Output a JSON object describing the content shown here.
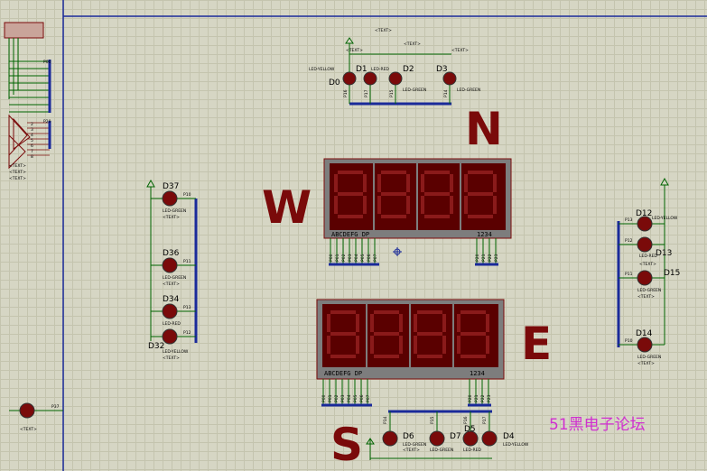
{
  "directions": {
    "north": "N",
    "west": "W",
    "east": "E",
    "south": "S"
  },
  "watermark": "51黑电子论坛",
  "text_placeholder": "<TEXT>",
  "top_leds": [
    {
      "ref": "D0",
      "type": "LED-YELLOW",
      "pin": "P16"
    },
    {
      "ref": "D1",
      "type": "LED-RED",
      "pin": "P17"
    },
    {
      "ref": "D2",
      "type": "LED-GREEN",
      "pin": "P15"
    },
    {
      "ref": "D3",
      "type": "LED-GREEN",
      "pin": "P14"
    }
  ],
  "left_leds": [
    {
      "ref": "D37",
      "type": "LED-GREEN",
      "pin": "P10"
    },
    {
      "ref": "D36",
      "type": "LED-GREEN",
      "pin": "P11"
    },
    {
      "ref": "D34",
      "type": "LED-RED",
      "pin": "P13"
    },
    {
      "ref": "D32",
      "type": "LED-YELLOW",
      "pin": "P12"
    }
  ],
  "right_leds": [
    {
      "ref": "D12",
      "type": "LED-YELLOW",
      "pin": "P13"
    },
    {
      "ref": "D13",
      "type": "LED-RED",
      "pin": "P12"
    },
    {
      "ref": "D15",
      "type": "LED-GREEN",
      "pin": "P11"
    },
    {
      "ref": "D14",
      "type": "LED-GREEN",
      "pin": "P10"
    }
  ],
  "bottom_leds": [
    {
      "ref": "D6",
      "type": "LED-GREEN",
      "pin": "P14"
    },
    {
      "ref": "D7",
      "type": "LED-GREEN",
      "pin": "P15"
    },
    {
      "ref": "D5",
      "type": "LED-RED",
      "pin": "P16"
    },
    {
      "ref": "D4",
      "type": "LED-YELLOW",
      "pin": "P17"
    }
  ],
  "display_top": {
    "segments_label": "ABCDEFG DP",
    "digits_label": "1234",
    "seg_pins": [
      "P00",
      "P01",
      "P02",
      "P03",
      "P04",
      "P05",
      "P06",
      "P07"
    ],
    "dig_pins": [
      "P20",
      "P21",
      "P22",
      "P23"
    ]
  },
  "display_bottom": {
    "segments_label": "ABCDEFG DP",
    "digits_label": "1234",
    "seg_pins": [
      "P00",
      "P01",
      "P02",
      "P03",
      "P04",
      "P05",
      "P06",
      "P07"
    ],
    "dig_pins": [
      "P20",
      "P21",
      "P22",
      "P23"
    ]
  },
  "left_panel": {
    "port_label_a": "P00",
    "port_label_b": "P20",
    "pin_numbers": [
      "2",
      "3",
      "4",
      "5",
      "6",
      "7",
      "8",
      "9"
    ]
  },
  "extra_led_pin": "P37",
  "colors": {
    "background": "#d6d6c4",
    "led": "#7a0a0a",
    "bus": "#1a2a9a",
    "display_body": "#5a0000",
    "display_frame": "#7d7d7d",
    "watermark": "#d02fd0"
  }
}
